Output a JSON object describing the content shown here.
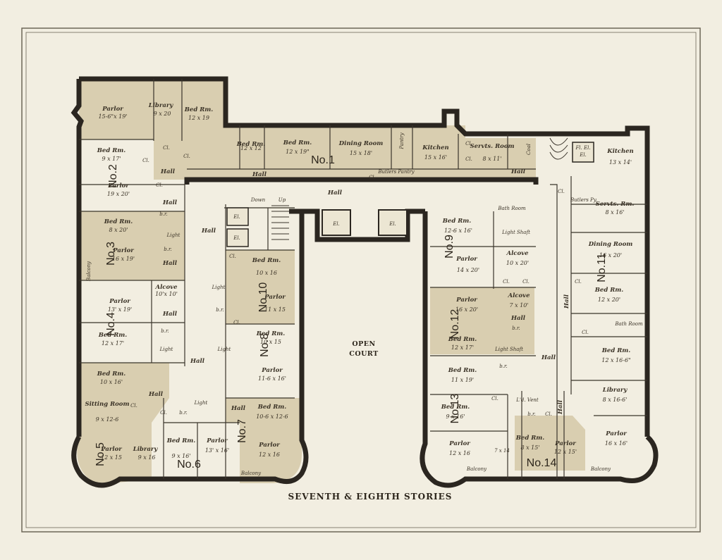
{
  "title": "SEVENTH & EIGHTH STORIES",
  "court": {
    "line1": "OPEN",
    "line2": "COURT"
  },
  "colors": {
    "paper": "#f2eee1",
    "shade": "#d9ceb0",
    "wall": "#2b2620"
  },
  "apartments": {
    "a1": "No.1",
    "a2": "No.2",
    "a3": "No.3",
    "a4": "No.4",
    "a5": "No.5",
    "a6": "No.6",
    "a7": "No.7",
    "a8": "No.8",
    "a9": "No.9",
    "a10": "No.10",
    "a11": "No.11",
    "a12": "No.12",
    "a13": "No.13",
    "a14": "No.14"
  },
  "rooms": {
    "r1": {
      "n": "Parlor",
      "d": "15-6\"x 19'"
    },
    "r2": {
      "n": "Library",
      "d": "9 x 20"
    },
    "r3": {
      "n": "Bed Rm.",
      "d": "12 x 19"
    },
    "r4": {
      "n": "Bed Rm.",
      "d": "9 x 17'"
    },
    "r5": {
      "n": "Parlor",
      "d": "19 x 20'"
    },
    "r6": {
      "n": "Bed Rm.",
      "d": "8 x 20'"
    },
    "r7": {
      "n": "Parlor",
      "d": "16 x 19'"
    },
    "r8": {
      "n": "Parlor",
      "d": "13' x 19'"
    },
    "r9": {
      "n": "Alcove",
      "d": "10'x 10'"
    },
    "r10": {
      "n": "Bed Rm.",
      "d": "12 x 17'"
    },
    "r11": {
      "n": "Bed Rm.",
      "d": "10 x 16'"
    },
    "r12": {
      "n": "Sitting Room",
      "d": "9 x 12-6"
    },
    "r13": {
      "n": "Parlor",
      "d": "12 x 15"
    },
    "r14": {
      "n": "Library",
      "d": "9 x 16"
    },
    "r15": {
      "n": "Bed Rm.",
      "d": "9 x 16'"
    },
    "r16": {
      "n": "Parlor",
      "d": "13' x 16'"
    },
    "r17": {
      "n": "Bed Rm.",
      "d": "12 x 12"
    },
    "r18": {
      "n": "Bed Rm.",
      "d": "12 x 19\""
    },
    "r19": {
      "n": "Dining Room",
      "d": "15 x 18'"
    },
    "r20": {
      "n": "Kitchen",
      "d": "15 x 16'"
    },
    "r21": {
      "n": "Servts. Room",
      "d": "8 x 11'"
    },
    "r22": {
      "n": "Bed Rm.",
      "d": "10 x 16"
    },
    "r23": {
      "n": "Parlor",
      "d": "11 x 15"
    },
    "r24": {
      "n": "Bed Rm.",
      "d": "10 x 15"
    },
    "r25": {
      "n": "Parlor",
      "d": "11-6 x 16'"
    },
    "r26": {
      "n": "Bed Rm.",
      "d": "10-6 x 12-6"
    },
    "r27": {
      "n": "Parlor",
      "d": "12 x 16"
    },
    "r28": {
      "n": "Kitchen",
      "d": "13 x 14'"
    },
    "r29": {
      "n": "Servts. Rm.",
      "d": "8 x 16'"
    },
    "r30": {
      "n": "Dining Room",
      "d": "16 x 20'"
    },
    "r31": {
      "n": "Bed Rm.",
      "d": "12 x 20'"
    },
    "r32": {
      "n": "Bed Rm.",
      "d": "12 x 16-6\""
    },
    "r33": {
      "n": "Library",
      "d": "8 x 16-6'"
    },
    "r34": {
      "n": "Parlor",
      "d": "16 x 16'"
    },
    "r35": {
      "n": "Bed Rm.",
      "d": "12-6 x 16'"
    },
    "r36": {
      "n": "Parlor",
      "d": "14 x 20'"
    },
    "r37": {
      "n": "Alcove",
      "d": "10 x 20'"
    },
    "r38": {
      "n": "Parlor",
      "d": "16 x 20'"
    },
    "r39": {
      "n": "Alcove",
      "d": "7 x 10'"
    },
    "r40": {
      "n": "Bed Rm.",
      "d": "12 x 17'"
    },
    "r41": {
      "n": "Bed Rm.",
      "d": "11 x 19'"
    },
    "r42": {
      "n": "Bed Rm.",
      "d": "9 x 16'"
    },
    "r43": {
      "n": "Parlor",
      "d": "12 x 16"
    },
    "r44": {
      "n": "Bed Rm.",
      "d": "8 x 15'"
    },
    "r45": {
      "n": "Parlor",
      "d": "12 x 15'"
    }
  },
  "misc": {
    "hall": "Hall",
    "cl": "Cl.",
    "br": "b.r.",
    "light": "Light",
    "el": "El.",
    "balcony": "Balcony",
    "pantry": "Pantry",
    "butlers_pantry": "Butlers Pantry",
    "butlers_py": "Butlers Py.",
    "coal": "Coal",
    "bath_room": "Bath Room",
    "light_shaft": "Light Shaft",
    "down": "Down",
    "up": "Up",
    "fl_el": "Fl. El.",
    "kitchen_sm": "7 x 14",
    "ld_vent": "L'd. Vent"
  }
}
